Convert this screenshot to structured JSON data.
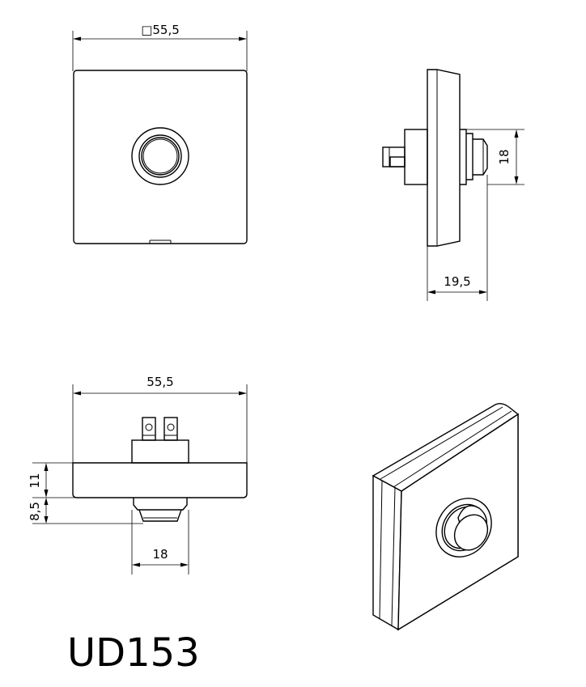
{
  "drawing": {
    "model": "UD153",
    "front_view": {
      "width_label": "□55,5"
    },
    "side_view": {
      "height_label": "18",
      "depth_label": "19,5"
    },
    "top_view": {
      "width_label": "55,5",
      "plate_thickness_label": "11",
      "button_protrusion_label": "8,5",
      "button_width_label": "18"
    }
  }
}
